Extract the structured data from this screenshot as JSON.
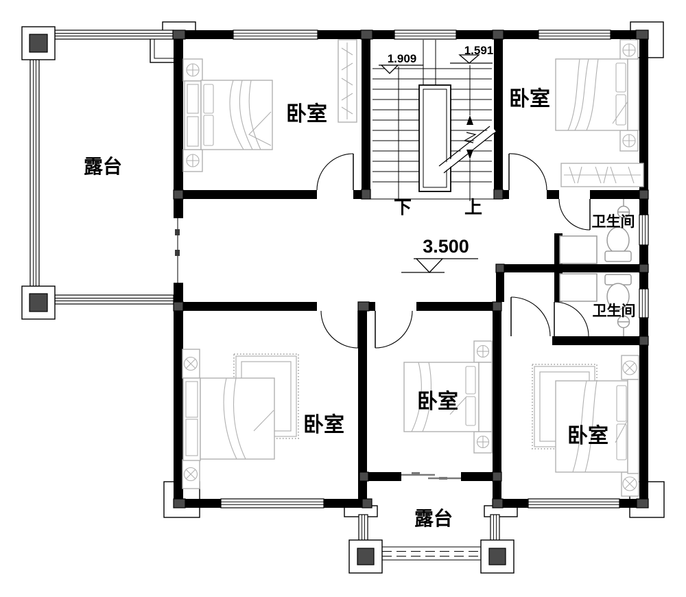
{
  "plan": {
    "labels": {
      "terrace_left": "露台",
      "terrace_bottom": "露台",
      "bedroom_top_left": "卧室",
      "bedroom_top_right": "卧室",
      "bedroom_bottom_left": "卧室",
      "bedroom_bottom_middle": "卧室",
      "bedroom_bottom_right": "卧室",
      "bathroom_upper": "卫生间",
      "bathroom_lower": "卫生间",
      "stair_down": "下",
      "stair_up": "上"
    },
    "elevations": {
      "stair_left": "1.909",
      "stair_right": "1.591",
      "floor": "3.500"
    },
    "colors": {
      "walls": "#000000",
      "columns": "#4a4a4a",
      "furniture": "#b0b0b0",
      "fixtures": "#9a9a9a",
      "sliding_door": "#7a7a7a",
      "background": "#ffffff"
    }
  }
}
